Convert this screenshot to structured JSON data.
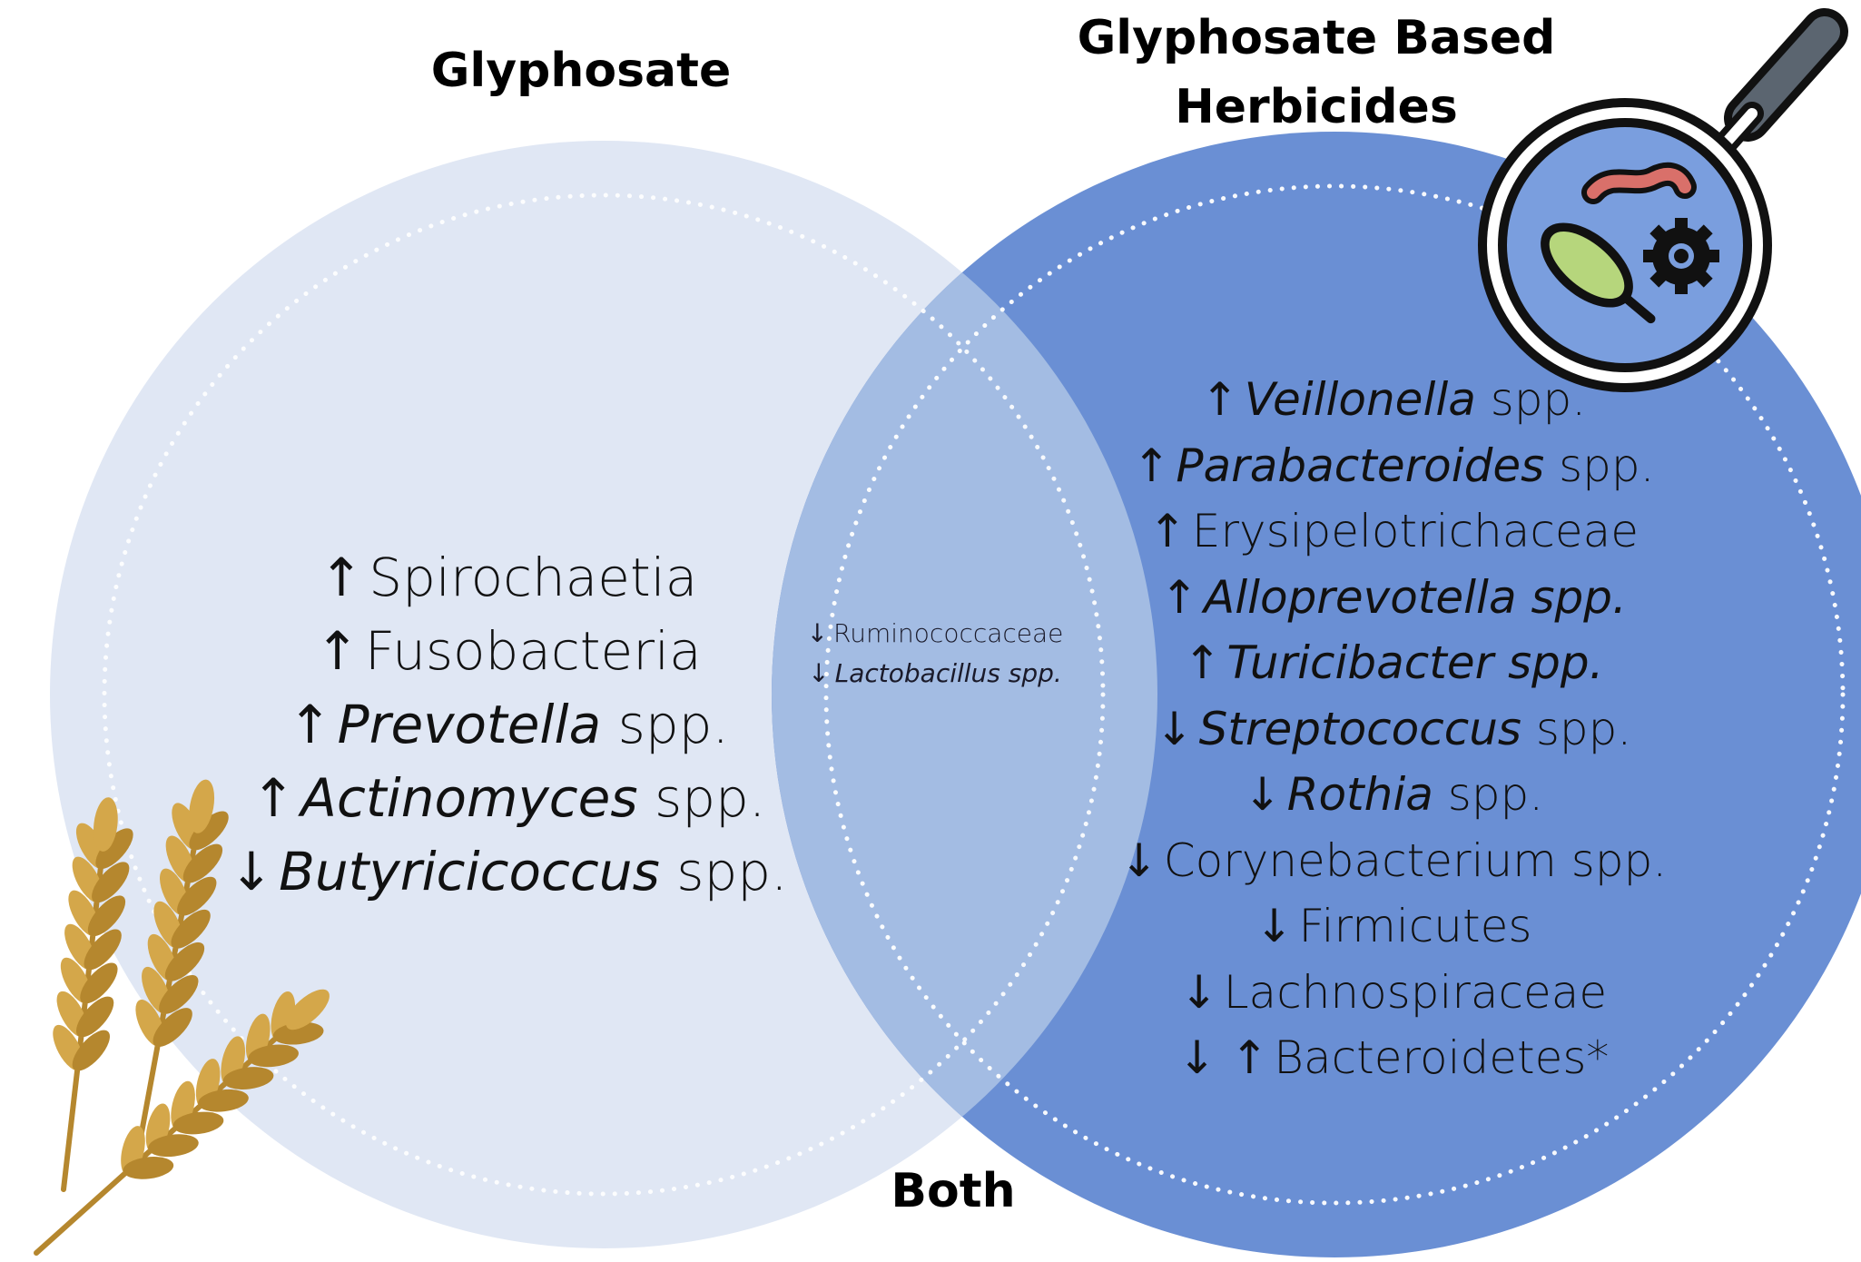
{
  "titles": {
    "left": "Glyphosate",
    "right_line1": "Glyphosate Based",
    "right_line2": "Herbicides",
    "both": "Both"
  },
  "left_items": [
    {
      "arrow": "↑",
      "name": "Spirochaetia",
      "italic": false,
      "suffix": ""
    },
    {
      "arrow": "↑",
      "name": "Fusobacteria",
      "italic": false,
      "suffix": ""
    },
    {
      "arrow": "↑",
      "name": "Prevotella",
      "italic": true,
      "suffix": " spp."
    },
    {
      "arrow": "↑",
      "name": "Actinomyces",
      "italic": true,
      "suffix": " spp."
    },
    {
      "arrow": "↓",
      "name": "Butyricicoccus",
      "italic": true,
      "suffix": " spp."
    }
  ],
  "both_items": [
    {
      "arrow": "↓",
      "name": "Ruminococcaceae",
      "italic": false,
      "suffix": ""
    },
    {
      "arrow": "↓",
      "name": "Lactobacillus spp.",
      "italic": true,
      "suffix": ""
    }
  ],
  "right_items": [
    {
      "arrow": "↑",
      "name": "Veillonella",
      "italic": true,
      "suffix": " spp."
    },
    {
      "arrow": "↑",
      "name": "Parabacteroides",
      "italic": true,
      "suffix": " spp."
    },
    {
      "arrow": "↑",
      "name": "Erysipelotrichaceae",
      "italic": false,
      "suffix": ""
    },
    {
      "arrow": "↑",
      "name": "Alloprevotella spp.",
      "italic": true,
      "suffix": ""
    },
    {
      "arrow": "↑",
      "name": "Turicibacter spp.",
      "italic": true,
      "suffix": ""
    },
    {
      "arrow": "↓",
      "name": "Streptococcus",
      "italic": true,
      "suffix": " spp."
    },
    {
      "arrow": "↓",
      "name": "Rothia",
      "italic": true,
      "suffix": " spp."
    },
    {
      "arrow": "↓",
      "name": "Corynebacterium spp.",
      "italic": false,
      "suffix": ""
    },
    {
      "arrow": "↓",
      "name": "Firmicutes",
      "italic": false,
      "suffix": ""
    },
    {
      "arrow": "↓",
      "name": "Lachnospiraceae",
      "italic": false,
      "suffix": ""
    },
    {
      "arrow": "↓ ↑",
      "name": "Bacteroidetes*",
      "italic": false,
      "suffix": ""
    }
  ],
  "colors": {
    "left_circle": "#e0e7f4",
    "right_circle": "#6a8fd4",
    "overlap": "#a3bce3",
    "dots": "#ffffff",
    "wheat": "#d4a74a",
    "wheat_dark": "#b5872e",
    "magnifier_ring": "#111111",
    "magnifier_handle": "#5b6570",
    "microbe_green": "#b6d67c",
    "worm_red": "#d9706a"
  },
  "icons": [
    "wheat-icon",
    "magnifier-microbes-icon"
  ]
}
